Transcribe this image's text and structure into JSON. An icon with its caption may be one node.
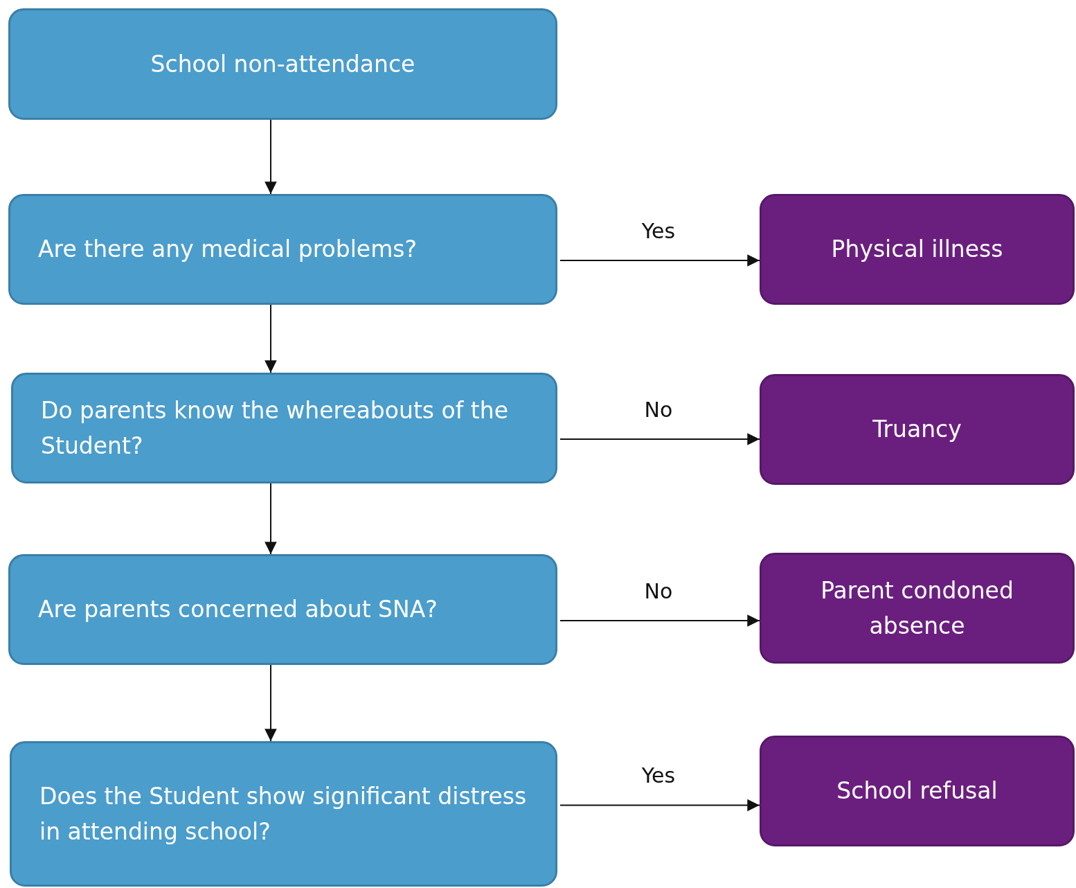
{
  "diagram": {
    "nodes": [
      {
        "text": [
          "School non-attendance"
        ]
      },
      {
        "text": [
          "Are there any medical problems?"
        ]
      },
      {
        "text": [
          "Physical illness"
        ]
      },
      {
        "text": [
          "Do parents know the whereabouts of the Student?"
        ]
      },
      {
        "text": [
          "Truancy"
        ]
      },
      {
        "text": [
          "Are parents concerned about SNA?"
        ]
      },
      {
        "text": [
          "Parent condoned absence"
        ]
      },
      {
        "text": [
          "Does the Student show significant distress in attending school?"
        ]
      },
      {
        "text": [
          "School refusal"
        ]
      }
    ],
    "edges": [
      {
        "from": 0,
        "to": 1,
        "arrow": "to"
      },
      {
        "from": 1,
        "to": 2,
        "arrow": "to",
        "label": "Yes"
      },
      {
        "from": 1,
        "to": 3,
        "arrow": "to"
      },
      {
        "from": 3,
        "to": 4,
        "arrow": "to",
        "label": "No"
      },
      {
        "from": 3,
        "to": 5,
        "arrow": "to"
      },
      {
        "from": 5,
        "to": 6,
        "arrow": "to",
        "label": "No"
      },
      {
        "from": 5,
        "to": 7,
        "arrow": "to"
      },
      {
        "from": 7,
        "to": 8,
        "arrow": "to",
        "label": "Yes"
      }
    ]
  }
}
